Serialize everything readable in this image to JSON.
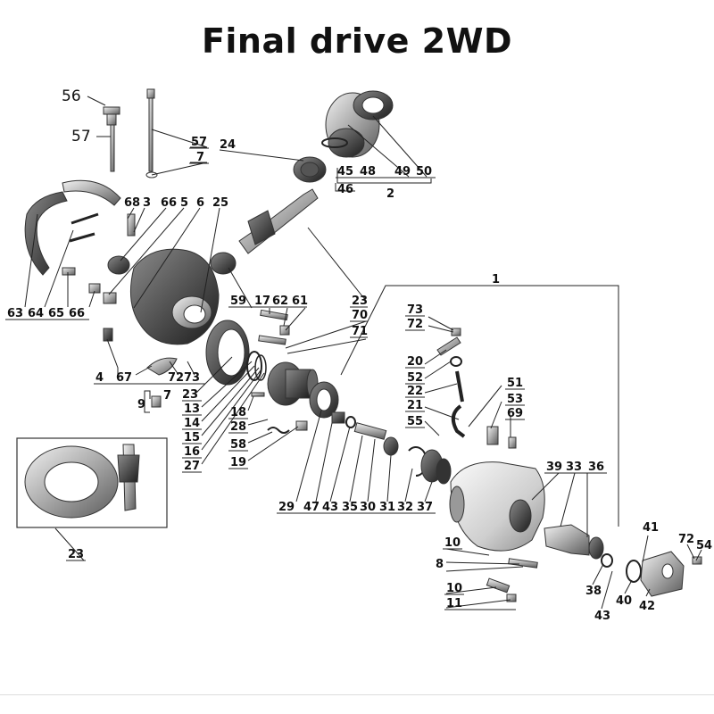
{
  "title": "Final drive 2WD",
  "labels": {
    "l56": "56",
    "l57": "57",
    "l57b": "57",
    "l7": "7",
    "l24": "24",
    "l45": "45",
    "l48": "48",
    "l49": "49",
    "l50": "50",
    "l46": "46",
    "l2": "2",
    "l68": "68",
    "l3": "3",
    "l66": "66",
    "l5": "5",
    "l6": "6",
    "l25": "25",
    "l63": "63",
    "l64": "64",
    "l65": "65",
    "l66b": "66",
    "l59": "59",
    "l17": "17",
    "l62": "62",
    "l61": "61",
    "l23a": "23",
    "l70": "70",
    "l71": "71",
    "l1": "1",
    "l73": "73",
    "l72": "72",
    "l4": "4",
    "l67": "67",
    "l72b": "72",
    "l73b": "73",
    "l9": "9",
    "l7b": "7",
    "l20": "20",
    "l52": "52",
    "l22": "22",
    "l21": "21",
    "l51": "51",
    "l53": "53",
    "l69": "69",
    "l55": "55",
    "l23b": "23",
    "l13": "13",
    "l14": "14",
    "l15": "15",
    "l16": "16",
    "l27": "27",
    "l18": "18",
    "l28": "28",
    "l58": "58",
    "l19": "19",
    "l39": "39",
    "l33": "33",
    "l36": "36",
    "l29": "29",
    "l47": "47",
    "l43": "43",
    "l35": "35",
    "l30": "30",
    "l31": "31",
    "l32": "32",
    "l37": "37",
    "l23c": "23",
    "l10": "10",
    "l8": "8",
    "l10b": "10",
    "l11": "11",
    "l38": "38",
    "l43b": "43",
    "l40": "40",
    "l41": "41",
    "l42": "42",
    "l72c": "72",
    "l54": "54"
  }
}
